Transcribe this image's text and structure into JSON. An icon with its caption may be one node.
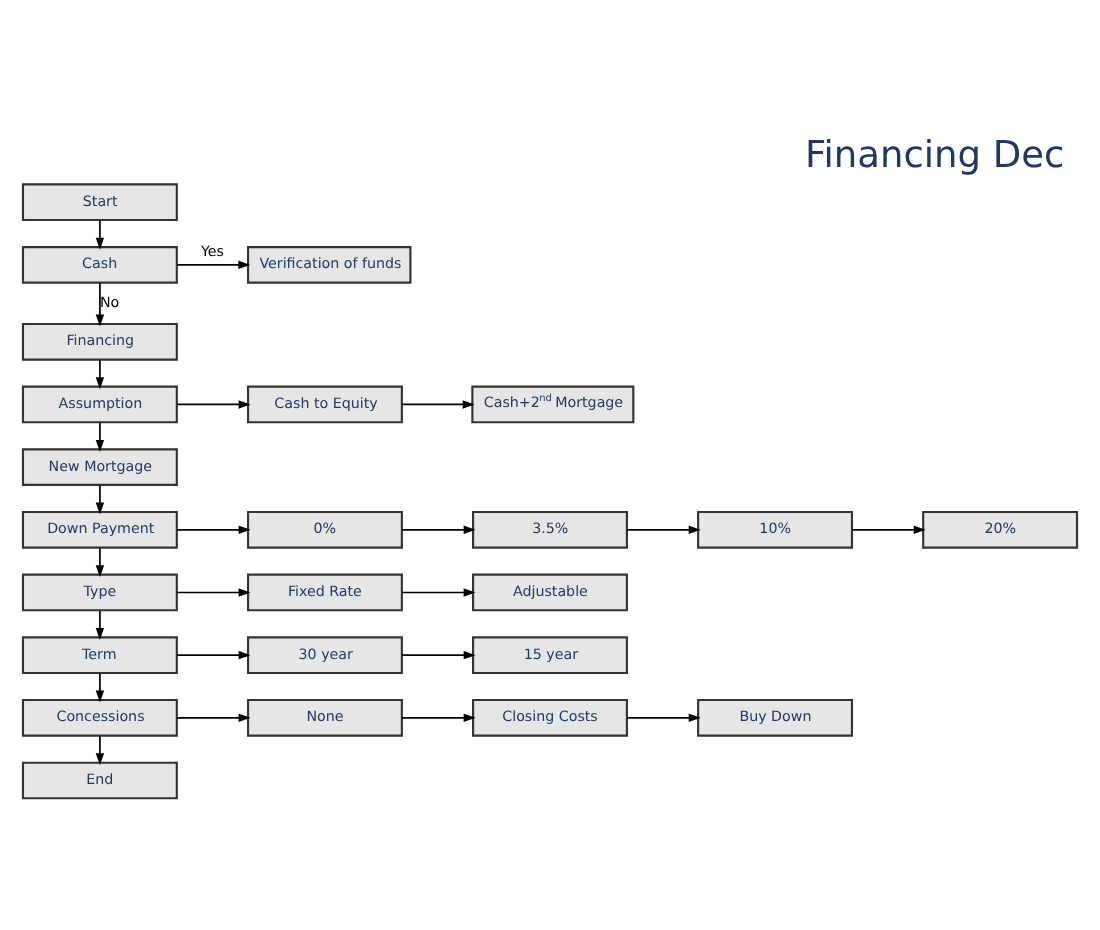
{
  "diagram": {
    "title": "Financing Dec",
    "nodes": [
      {
        "text": [
          "Start"
        ]
      },
      {
        "text": [
          "Cash"
        ]
      },
      {
        "text": [
          "Verification of funds"
        ]
      },
      {
        "text": [
          "Financing"
        ]
      },
      {
        "text": [
          "Assumption"
        ]
      },
      {
        "text": [
          "Cash to Equity"
        ]
      },
      {
        "text": [
          "Cash+2$^{nd}$ Mortgage"
        ]
      },
      {
        "text": [
          "New Mortgage"
        ]
      },
      {
        "text": [
          "Down Payment"
        ]
      },
      {
        "text": [
          "0%"
        ]
      },
      {
        "text": [
          "3.5%"
        ]
      },
      {
        "text": [
          "10%"
        ]
      },
      {
        "text": [
          "20%"
        ]
      },
      {
        "text": [
          "Type"
        ]
      },
      {
        "text": [
          "Fixed Rate"
        ]
      },
      {
        "text": [
          "Adjustable"
        ]
      },
      {
        "text": [
          "Term"
        ]
      },
      {
        "text": [
          "30 year"
        ]
      },
      {
        "text": [
          "15 year"
        ]
      },
      {
        "text": [
          "Concessions"
        ]
      },
      {
        "text": [
          "None"
        ]
      },
      {
        "text": [
          "Closing Costs"
        ]
      },
      {
        "text": [
          "Buy Down"
        ]
      },
      {
        "text": [
          "End"
        ]
      }
    ],
    "edges": [
      {
        "from": 0,
        "to": 1,
        "arrow": "to"
      },
      {
        "from": 1,
        "to": 2,
        "arrow": "to",
        "label": "Yes"
      },
      {
        "from": 1,
        "to": 3,
        "arrow": "to",
        "label": "No"
      },
      {
        "from": 3,
        "to": 4,
        "arrow": "to"
      },
      {
        "from": 4,
        "to": 5,
        "arrow": "to"
      },
      {
        "from": 5,
        "to": 6,
        "arrow": "to"
      },
      {
        "from": 4,
        "to": 7,
        "arrow": "to"
      },
      {
        "from": 7,
        "to": 8,
        "arrow": "to"
      },
      {
        "from": 8,
        "to": 9,
        "arrow": "to"
      },
      {
        "from": 9,
        "to": 10,
        "arrow": "to"
      },
      {
        "from": 10,
        "to": 11,
        "arrow": "to"
      },
      {
        "from": 11,
        "to": 12,
        "arrow": "to"
      },
      {
        "from": 8,
        "to": 13,
        "arrow": "to"
      },
      {
        "from": 13,
        "to": 14,
        "arrow": "to"
      },
      {
        "from": 14,
        "to": 15,
        "arrow": "to"
      },
      {
        "from": 13,
        "to": 16,
        "arrow": "to"
      },
      {
        "from": 16,
        "to": 17,
        "arrow": "to"
      },
      {
        "from": 17,
        "to": 18,
        "arrow": "to"
      },
      {
        "from": 16,
        "to": 19,
        "arrow": "to"
      },
      {
        "from": 19,
        "to": 20,
        "arrow": "to"
      },
      {
        "from": 20,
        "to": 21,
        "arrow": "to"
      },
      {
        "from": 21,
        "to": 22,
        "arrow": "to"
      },
      {
        "from": 19,
        "to": 23,
        "arrow": "to"
      }
    ]
  }
}
